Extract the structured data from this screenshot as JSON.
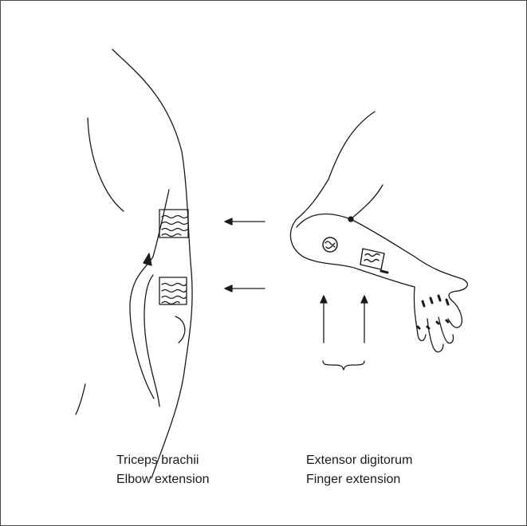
{
  "figure": {
    "left_caption": {
      "muscle": "Triceps brachii",
      "action": "Elbow extension"
    },
    "right_caption": {
      "muscle": "Extensor digitorum",
      "action": "Finger extension"
    },
    "line_color": "#1a1a1a",
    "frame_color": "#4a4a4a"
  }
}
